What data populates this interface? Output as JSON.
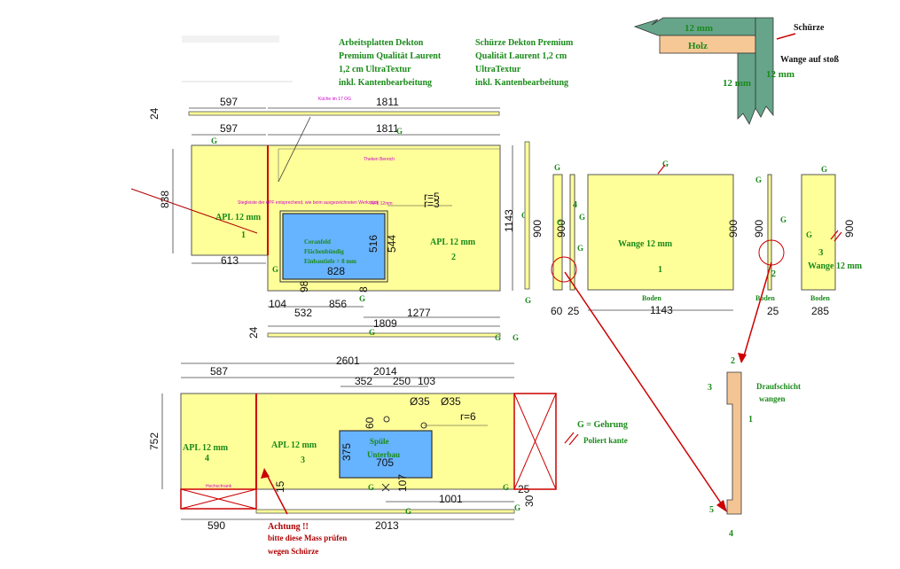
{
  "notes": {
    "arbeitsplatten": [
      "Arbeitsplatten Dekton",
      "Premium Qualität Laurent",
      "1,2 cm UltraTextur",
      "inkl. Kantenbearbeitung"
    ],
    "schuerze": [
      "Schürze Dekton Premium",
      "Qualität Laurent 1,2 cm",
      "UltraTextur",
      "inkl. Kantenbearbeitung"
    ],
    "legend_g": "G = Gehrung",
    "legend_poliert": "Poliert kante",
    "achtung": [
      "Achtung !!",
      "bitte diese Mass prüfen",
      "wegen Schürze"
    ],
    "draufschicht": [
      "Draufschicht",
      "wangen"
    ]
  },
  "detail": {
    "label_12mm_top": "12 mm",
    "label_holz": "Holz",
    "label_schuerze": "Schürze",
    "label_wange": "Wange auf stoß",
    "label_12mm_left": "12 mm",
    "label_12mm_right": "12 mm"
  },
  "small_labels": {
    "kueche": "Küche im 17 OG",
    "theken": "Theken Bereich",
    "stegleiste": "Stegleiste der APF entsprechend, wie beim ausgezeichneten Werkstück",
    "apl12": "APL 12mm",
    "hochschrank": "Hochschrank"
  },
  "top_plan": {
    "dim_597a": "597",
    "dim_1811a": "1811",
    "dim_24a": "24",
    "dim_597b": "597",
    "dim_1811b": "1811",
    "dim_838": "838",
    "dim_613": "613",
    "dim_1143": "1143",
    "apl1": "APL 12 mm",
    "apl1_num": "1",
    "apl2": "APL 12 mm",
    "apl2_num": "2",
    "ceranfeld": [
      "Ceranfeld",
      "Flächenbündig",
      "Einbautiefe = 8 mm"
    ],
    "dim_828": "828",
    "dim_516": "516",
    "dim_544": "544",
    "dim_98": "98",
    "dim_8": "8",
    "r5": "r=5",
    "r3": "r=3",
    "dim_104": "104",
    "dim_532": "532",
    "dim_856": "856",
    "dim_1277": "1277",
    "dim_1809": "1809",
    "dim_24b": "24"
  },
  "wangen": {
    "dim_900a": "900",
    "dim_900b": "900",
    "dim_900c": "900",
    "dim_900d": "900",
    "dim_60": "60",
    "dim_25a": "25",
    "dim_1143": "1143",
    "dim_25b": "25",
    "dim_285": "285",
    "label_4": "4",
    "wange1": "Wange 12 mm",
    "wange1_num": "1",
    "wange3": "Wange 12 mm",
    "wange3_num": "3",
    "num2": "2",
    "boden_a": "Boden",
    "boden_b": "Boden",
    "boden_c": "Boden"
  },
  "bottom_plan": {
    "dim_587": "587",
    "dim_2601": "2601",
    "dim_2014": "2014",
    "dim_352": "352",
    "dim_250": "250",
    "dim_103": "103",
    "dim_35a": "Ø35",
    "dim_35b": "Ø35",
    "r6": "r=6",
    "dim_752": "752",
    "dim_60": "60",
    "dim_375": "375",
    "dim_705": "705",
    "dim_107": "107",
    "dim_1001": "1001",
    "dim_25": "25",
    "dim_30": "30",
    "dim_15": "15",
    "dim_590": "590",
    "dim_2013": "2013",
    "apl4": "APL 12 mm",
    "apl4_num": "4",
    "apl3": "APL 12 mm",
    "apl3_num": "3",
    "spuele": [
      "Spüle",
      "Unterbau"
    ]
  },
  "profile": {
    "n2": "2",
    "n3": "3",
    "n1": "1",
    "n5": "5",
    "n4": "4"
  },
  "g_mark": "G"
}
